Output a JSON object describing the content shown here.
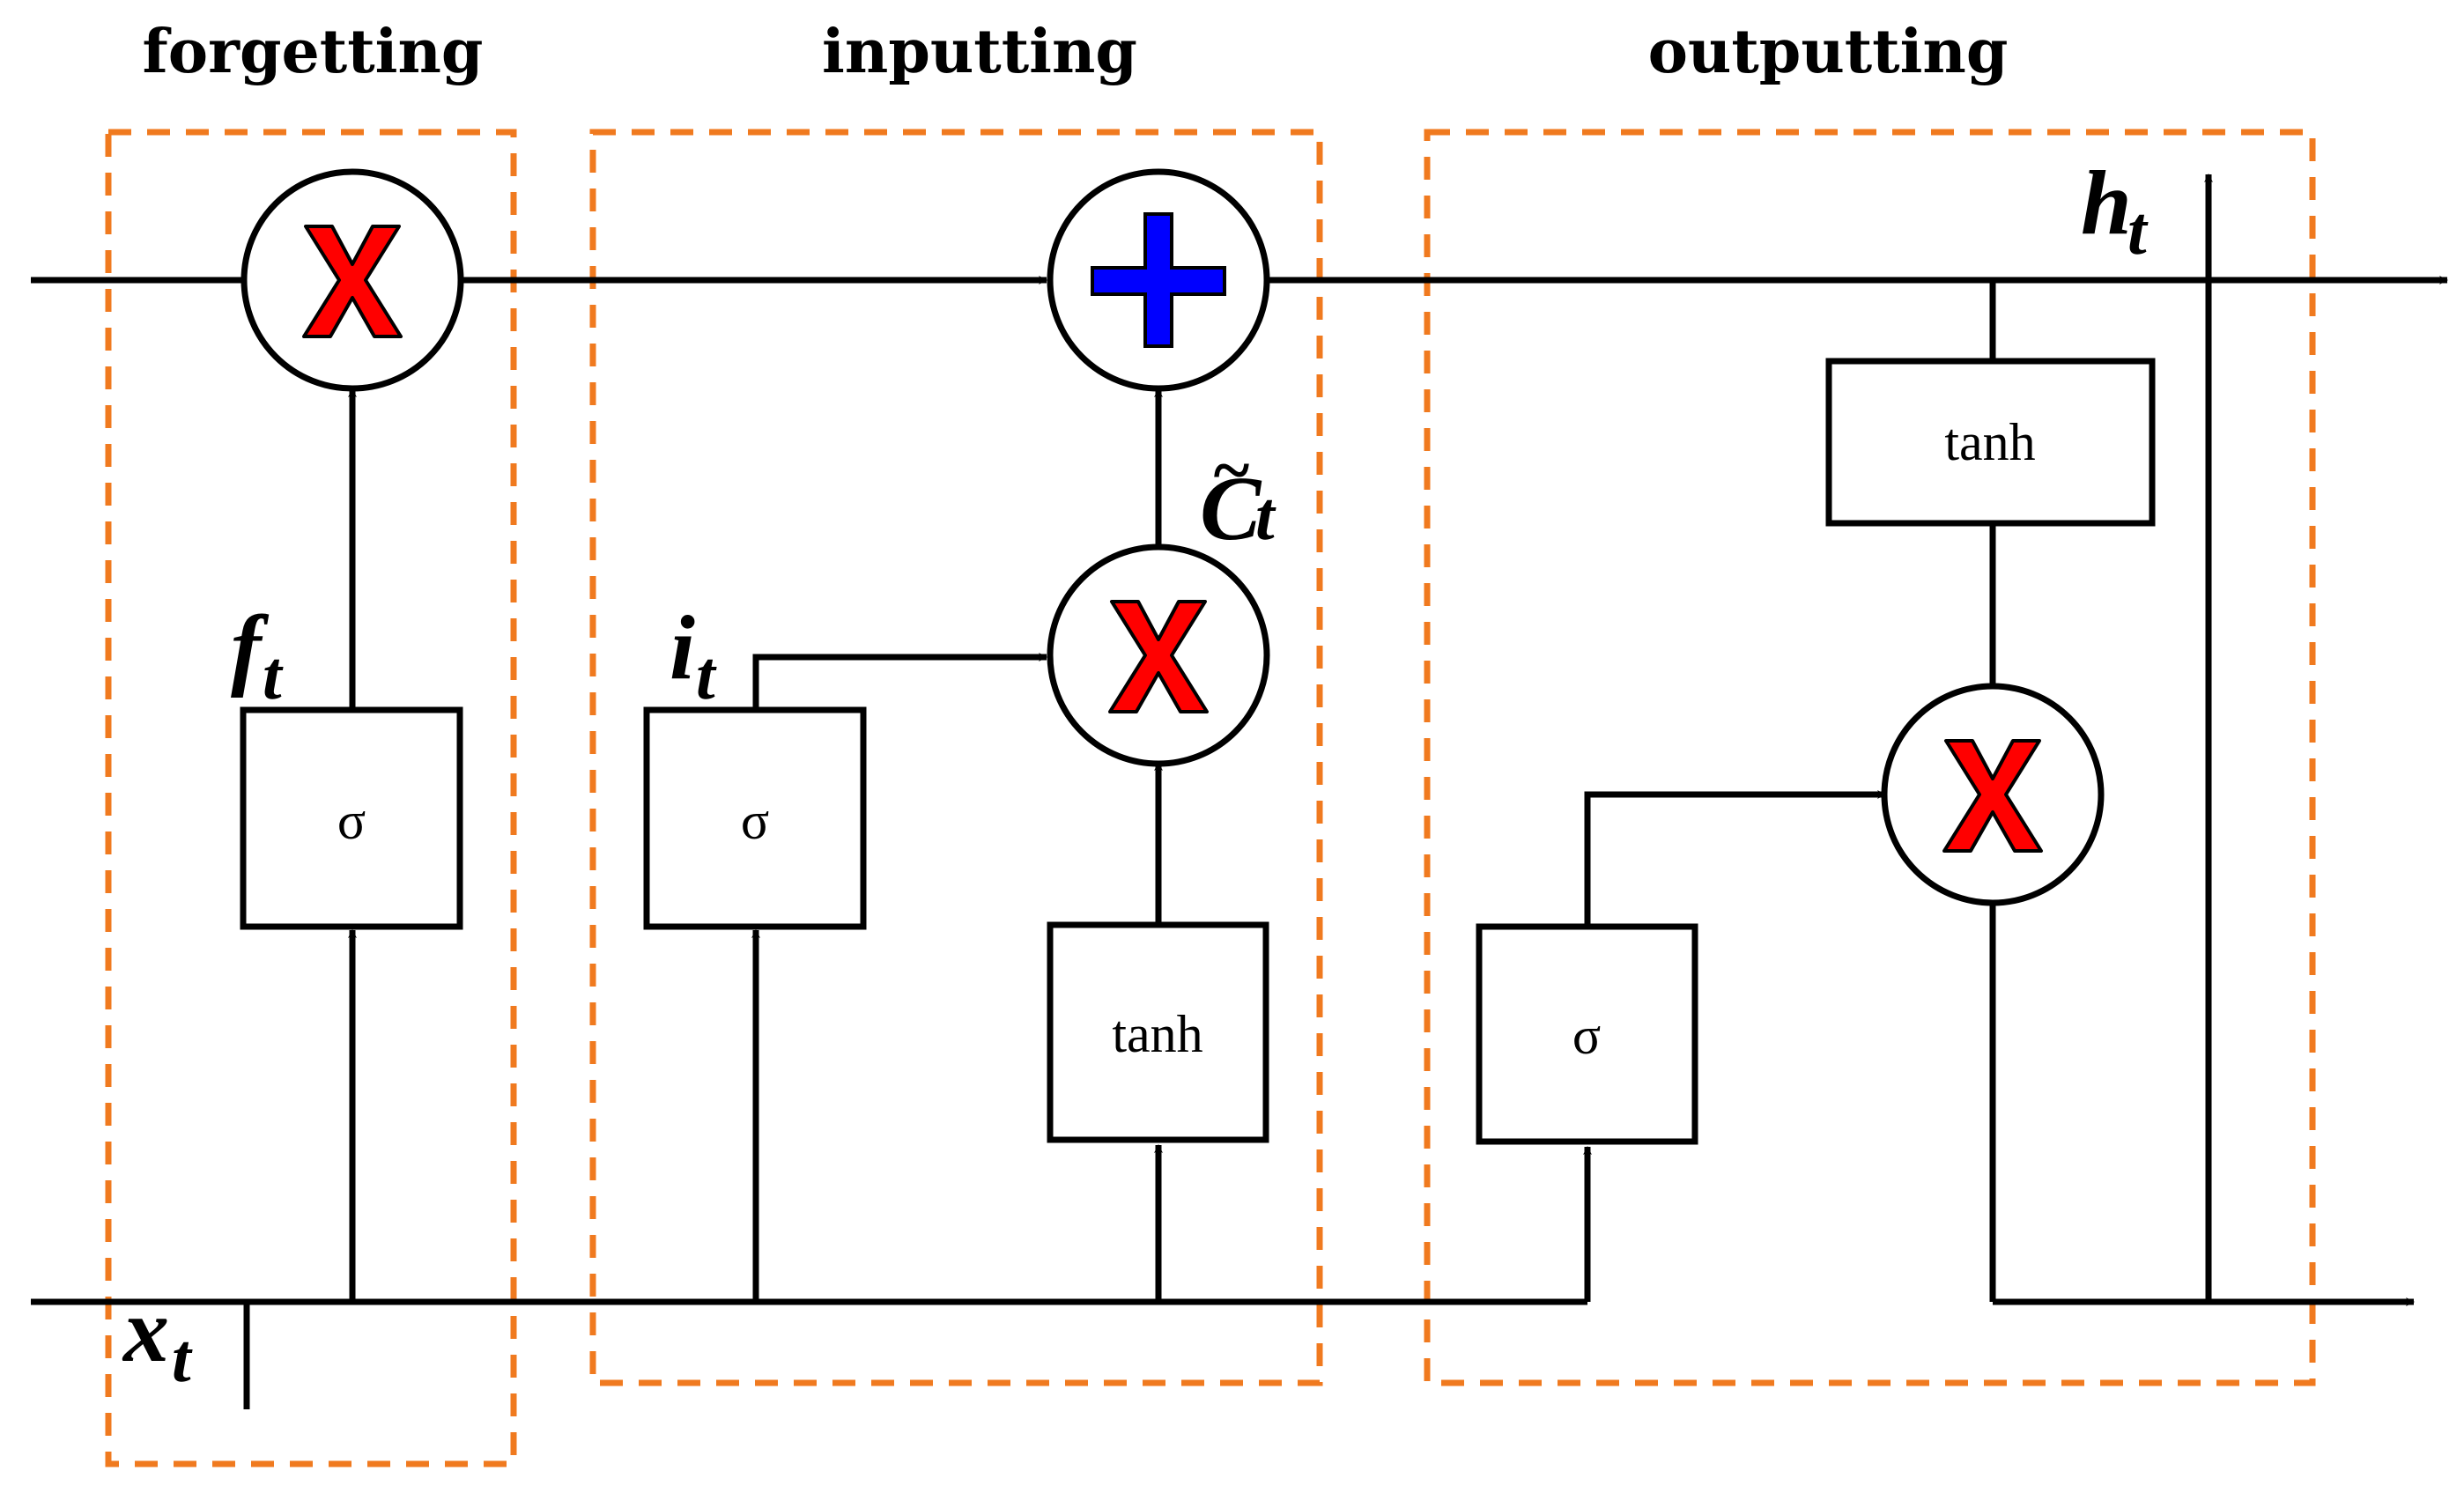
{
  "sections": {
    "forgetting": "forgetting",
    "inputting": "inputting",
    "outputting": "outputting"
  },
  "boxes": {
    "forget_sigma": "σ",
    "input_sigma": "σ",
    "input_tanh": "tanh",
    "output_sigma": "σ",
    "output_tanh": "tanh"
  },
  "symbols": {
    "f": {
      "base": "f",
      "sub": "t"
    },
    "i": {
      "base": "i",
      "sub": "t"
    },
    "c": {
      "base": "C",
      "sub": "t",
      "accent": "~"
    },
    "h": {
      "base": "h",
      "sub": "t"
    },
    "x": {
      "base": "x",
      "sub": "t"
    }
  },
  "colors": {
    "region_border": "#F07A1F",
    "multiply_fill": "#FF0000",
    "add_fill": "#0000FF",
    "line": "#000000"
  },
  "icons": {
    "multiply": "multiply-icon",
    "add": "add-icon"
  }
}
